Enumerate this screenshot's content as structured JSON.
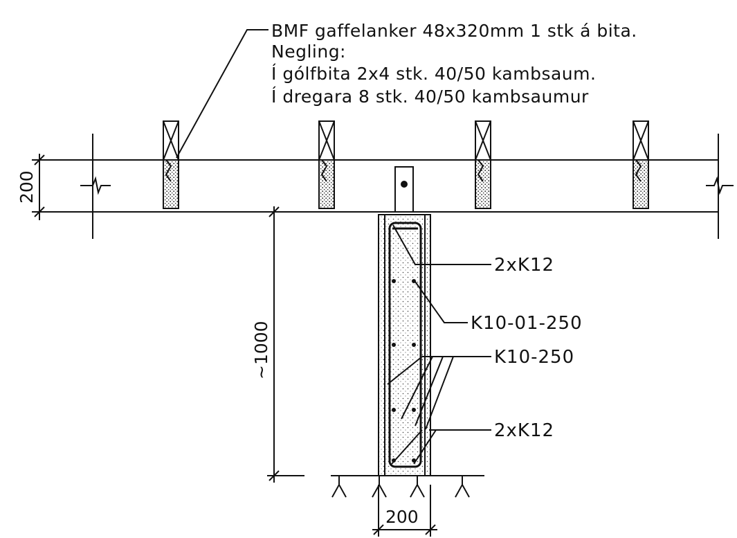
{
  "drawing": {
    "notes": {
      "line1": "BMF gaffelanker 48x320mm 1 stk á bita.",
      "line2": "Negling:",
      "line3": "Í gólfbita 2x4 stk. 40/50 kambsaum.",
      "line4": "Í dregara 8 stk. 40/50 kambsaumur"
    },
    "labels": {
      "top_bars": "2xK12",
      "stirrup": "K10-01-250",
      "links": "K10-250",
      "bottom_bars": "2xK12"
    },
    "dimensions": {
      "beam_height": "200",
      "column_height": "~1000",
      "column_width": "200"
    }
  }
}
